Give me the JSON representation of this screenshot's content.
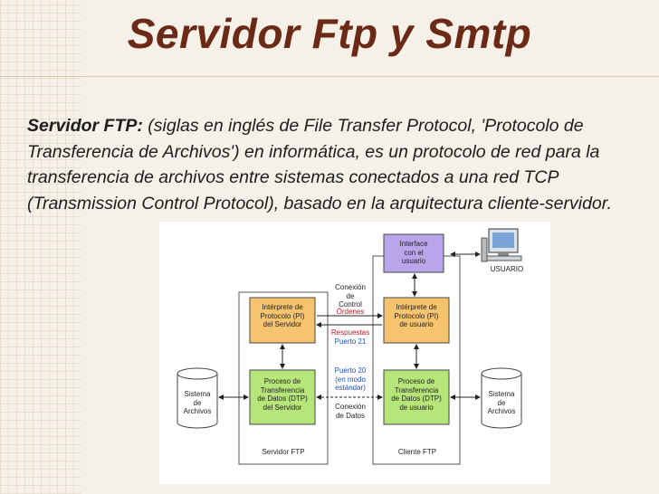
{
  "slide": {
    "title": "Servidor Ftp y  Smtp",
    "paragraph": {
      "term": "Servidor FTP:",
      "text": " (siglas en inglés de File Transfer Protocol, 'Protocolo de Transferencia de Archivos') en informática, es un protocolo de red para la transferencia de archivos entre sistemas conectados a una red TCP (Transmission Control Protocol), basado en la arquitectura cliente-servidor."
    }
  },
  "diagram": {
    "interface": [
      "Interface",
      "con el",
      "usuario"
    ],
    "user_label": "USUARIO",
    "control_label": [
      "Conexión",
      "de",
      "Control"
    ],
    "ordenes": "Órdenes",
    "respuestas": "Respuestas",
    "puerto21": "Puerto 21",
    "pi_server": [
      "Intérprete de",
      "Protocolo (PI)",
      "del Servidor"
    ],
    "pi_user": [
      "Intérprete de",
      "Protocolo (PI)",
      "de usuario"
    ],
    "puerto20": [
      "Puerto 20",
      "(en modo",
      "estándar)"
    ],
    "data_conn": [
      "Conexión",
      "de Datos"
    ],
    "dtp_server": [
      "Proceso de",
      "Transferencia",
      "de Datos (DTP)",
      "del Servidor"
    ],
    "dtp_user": [
      "Proceso de",
      "Transferencia",
      "de Datos (DTP)",
      "de usuario"
    ],
    "fs_left": [
      "Sistema",
      "de",
      "Archivos"
    ],
    "fs_right": [
      "Sistema",
      "de",
      "Archivos"
    ],
    "server_caption": "Servidor FTP",
    "client_caption": "Cliente FTP"
  },
  "colors": {
    "title": "#6b2a16",
    "pi_fill": "#f6c36e",
    "dtp_fill": "#b6e57a",
    "interface_fill": "#b9a5ea",
    "blue_text": "#1f4fbf",
    "red_text": "#c0182a"
  }
}
